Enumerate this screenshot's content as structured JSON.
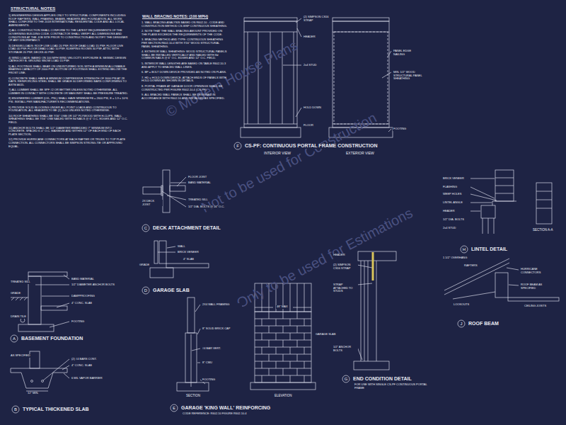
{
  "diagram": {
    "labels": [
      "STRUCTURAL NOTES",
      "1) ENGINEERING DESIGN APPLIES ONLY TO STRUCTURAL COMPONENTS INCLUDING ROOF RAFTERS, WALL FRAMING, BEAMS, HEADERS AND FOUNDATION. ALL WORK SHALL CONFORM TO THE 2018 INTERNATIONAL RESIDENTIAL CODE AND ALL LOCAL AMENDMENTS.",
      "2) ALL CONSTRUCTION SHALL CONFORM TO THE LATEST REQUIREMENTS OF THE GOVERNING BUILDING CODE. CONTRACTOR SHALL VERIFY ALL DIMENSIONS AND CONDITIONS AT THE JOB SITE PRIOR TO CONSTRUCTION AND NOTIFY THE DESIGNER OF ANY DISCREPANCY.",
      "3) DESIGN LOADS: ROOF LIVE LOAD 20 PSF, ROOF DEAD LOAD 15 PSF, FLOOR LIVE LOAD 40 PSF, FLOOR DEAD LOAD 10 PSF, SLEEPING ROOMS 30 PSF, ATTIC WITH STORAGE 20 PSF, DECKS 40 PSF.",
      "4) WIND LOADS: BASED ON 100 MPH WIND VELOCITY, EXPOSURE B. SEISMIC DESIGN CATEGORY B. GROUND SNOW LOAD 15 PSF.",
      "5) ALL FOOTINGS SHALL BEAR ON UNDISTURBED SOIL WITH A MINIMUM ALLOWABLE BEARING CAPACITY OF 2000 PSF. BOTTOM OF FOOTINGS SHALL EXTEND BELOW THE FROST LINE.",
      "6) CONCRETE SHALL HAVE A MINIMUM COMPRESSIVE STRENGTH OF 3000 PSI AT 28 DAYS. REINFORCING STEEL SHALL BE GRADE 60 DEFORMED BARS CONFORMING TO ASTM A615.",
      "7) ALL LUMBER SHALL BE SPF #2 OR BETTER UNLESS NOTED OTHERWISE. ALL LUMBER IN CONTACT WITH CONCRETE OR MASONRY SHALL BE PRESSURE TREATED.",
      "8) ENGINEERED LUMBER (LVL, PSL) SHALL HAVE MINIMUM FB = 2600 PSI, E = 1.9 x 10^6 PSI. INSTALL PER MANUFACTURER'S RECOMMENDATIONS.",
      "9) PROVIDE SOLID BLOCKING UNDER ALL POINT LOADS AND CONTINUOUS TO FOUNDATION. ALL HEADERS TO BE (2) 2x10 UNLESS NOTED OTHERWISE.",
      "10) ROOF SHEATHING SHALL BE 7/16\" OSB OR 1/2\" PLYWOOD WITH H-CLIPS. WALL SHEATHING SHALL BE 7/16\" OSB NAILED WITH 8d NAILS @ 6\" O.C. EDGES AND 12\" O.C. FIELD.",
      "11) ANCHOR BOLTS SHALL BE 1/2\" DIAMETER EMBEDDED 7\" MINIMUM INTO CONCRETE, SPACED 6'-0\" O.C. MAXIMUM AND WITHIN 12\" OF EACH END OF EACH PLATE SECTION.",
      "12) PROVIDE HURRICANE CONNECTORS AT EACH RAFTER OR TRUSS TO TOP PLATE CONNECTION. ALL CONNECTORS SHALL BE SIMPSON STRONG-TIE OR APPROVED EQUAL.",
      "WALL BRACING NOTES: (100 MPH)",
      "1. WALL BRACING ANALYSIS BASED ON R602.10 - CODE AND CONSTRUCTION METHOD CS-WSP CONTINUOUS SHEATHING.",
      "2. NOTE THAT THE WALL BRACING AMOUNT PROVIDED ON THE PLANS EXCEEDS THE REQUIREMENTS OF THE CODE.",
      "3. BRACING METHOD AND TYPE: CONTINUOUS SHEATHING PER SECTION R602.10.4 WITH 7/16\" WOOD STRUCTURAL PANEL SHEATHING.",
      "4. EXTERIOR WALL SHEATHING: WOOD STRUCTURAL PANELS SHALL BE INSTALLED VERTICALLY AND NAILED WITH 8d COMMON NAILS @ 6\" O.C. EDGES AND 12\" O.C. FIELD.",
      "5. INTERIOR WALL LENGTHS ARE BASED ON TABLE R602.10.3 AND APPLY TO BRACED WALL LINES.",
      "6. BP = BOLT DOWN DEVICE PROVIDED AS NOTED ON PLANS.",
      "7. HD = HOLD DOWN DEVICE. ATTACH ENDS OF PANELS WITH HOLD DOWNS AS SHOWN IN DETAILS.",
      "8. PORTAL FRAME AT GARAGE DOOR OPENINGS SHALL BE CONSTRUCTED PER FIGURE R602.10.4 (CS-PF).",
      "9. ALL BRACED WALL PANELS SHALL BE DESIGNED IN ACCORDANCE WITH R602.10 AND INSTALLED AS SPECIFIED.",
      "A",
      "BASEMENT FOUNDATION",
      "B",
      "TYPICAL THICKENED SLAB",
      "C",
      "DECK ATTACHMENT DETAIL",
      "D",
      "GARAGE SLAB",
      "E",
      "GARAGE 'KING WALL' REINFORCING",
      "CODE REFERENCE: R602.10 FIGURE R602.10.4",
      "F",
      "CS-PF: CONTINUOUS PORTAL FRAME CONSTRUCTION",
      "G",
      "END CONDITION DETAIL",
      "H",
      "LINTEL DETAIL",
      "J",
      "ROOF BEAM",
      "INTERIOR VIEW",
      "EXTERIOR VIEW",
      "SECTION",
      "ELEVATION",
      "SECTION A-A",
      "BAND MATERIAL",
      "1/2\" DIAMETER ANCHOR BOLTS",
      "TREATED SILL",
      "DAMPPROOFING",
      "4\" CONC. SLAB",
      "GRADE",
      "FOOTING",
      "DRAIN TILE",
      "AS SPECIFIED",
      "(2) #4 BARS CONT.",
      "4\" CONC. SLAB",
      "6 MIL VAPOR BARRIER",
      "12\" MIN.",
      "2X DECK JOIST",
      "TREATED SILL",
      "BAND MATERIAL",
      "FLOOR JOIST",
      "1/2\" DIA. BOLTS @ 16\" O.C.",
      "WALL",
      "BRICK VENEER",
      "4\" SLAB",
      "GRADE",
      "48\" MAX",
      "2X4 WALL FRAMING",
      "8\" SOLID BRICK CAP",
      "#4 BAR VERT.",
      "8\" CMU",
      "GARAGE SLAB",
      "FOOTING",
      "(2) SIMPSON CS16 STRAP",
      "HEADER",
      "MIN. 1/2\" WOOD STRUCTURAL PANEL SHEATHING",
      "PANEL EDGE NAILING",
      "HOLD DOWN",
      "FOOTING",
      "2x4 STUD",
      "FLOOR",
      "HEADER",
      "(2) SIMPSON CS16 STRAP",
      "STRAP ATTACHED TO STUDS",
      "1/2\" ANCHOR BOLTS",
      "FOR USE WITH SINGLE CS-PF CONTINUOUS PORTAL FRAME",
      "BRICK VENEER",
      "FLASHING",
      "WEEP HOLES",
      "LINTEL ANGLE",
      "HEADER",
      "1/2\" DIA. BOLTS",
      "2x4 STUD",
      "RAFTERS",
      "HURRICANE CONNECTORS",
      "ROOF BEAM AS SPECIFIED",
      "LOOKOUTS",
      "CEILING JOISTS",
      "1 1/2\" OVERHANG",
      "© Modern House Plans",
      "Not to be used for Construction",
      "Only to be used for Estimations"
    ]
  }
}
